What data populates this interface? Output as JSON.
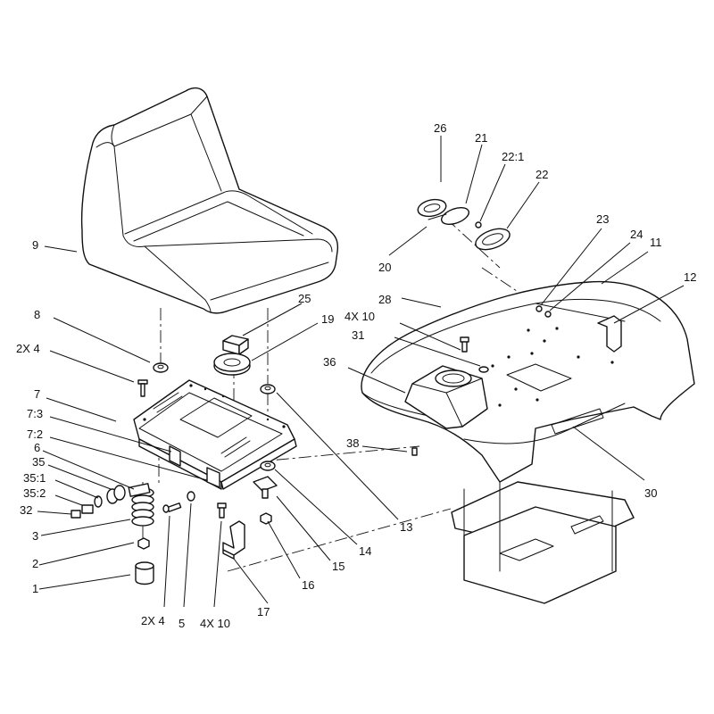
{
  "callouts": {
    "c1": "1",
    "c2": "2",
    "c3": "3",
    "c5": "5",
    "c6": "6",
    "c7": "7",
    "c7_2": "7:2",
    "c7_3": "7:3",
    "c8": "8",
    "c9": "9",
    "c11": "11",
    "c12": "12",
    "c13": "13",
    "c14": "14",
    "c15": "15",
    "c16": "16",
    "c17": "17",
    "c19": "19",
    "c20": "20",
    "c21": "21",
    "c22": "22",
    "c22_1": "22:1",
    "c23": "23",
    "c24": "24",
    "c25": "25",
    "c26": "26",
    "c28": "28",
    "c30": "30",
    "c31": "31",
    "c32": "32",
    "c35": "35",
    "c35_1": "35:1",
    "c35_2": "35:2",
    "c36": "36",
    "c38": "38",
    "c2x4_left": "2X 4",
    "c2x4_bottom": "2X 4",
    "c4x10_top": "4X 10",
    "c4x10_bottom": "4X 10"
  }
}
